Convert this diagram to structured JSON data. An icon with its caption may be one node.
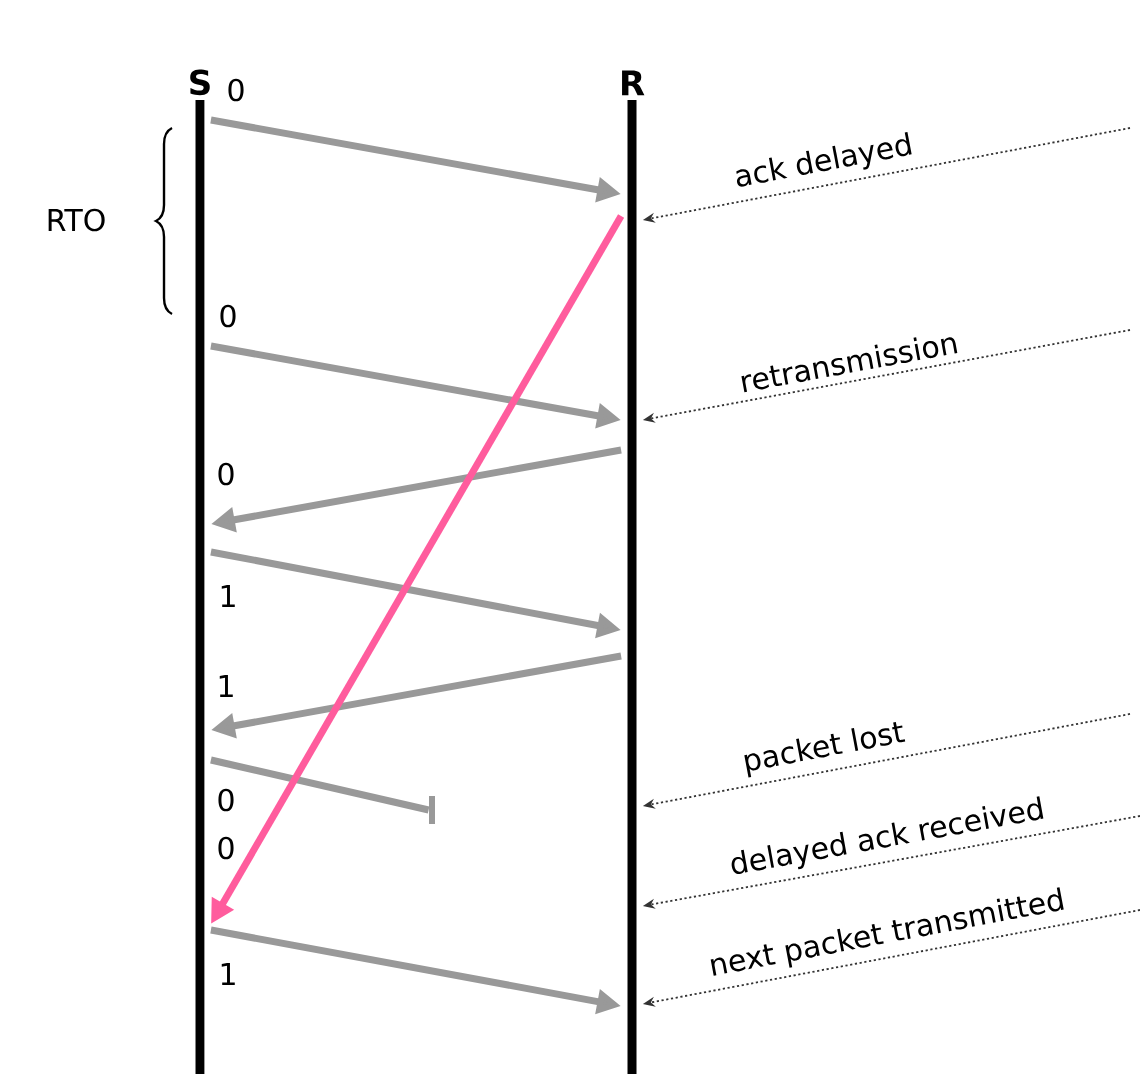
{
  "diagram": {
    "nodes": [
      {
        "text": [
          "S"
        ]
      },
      {
        "text": [
          "R"
        ]
      },
      {
        "text": [],
        "shape": "bar"
      }
    ],
    "edges": [
      {
        "from": 0,
        "to": 1,
        "arrow": "to"
      },
      {
        "from": 0,
        "to": 1,
        "arrow": "to"
      },
      {
        "from": 1,
        "to": 0,
        "arrow": "to"
      },
      {
        "from": 0,
        "to": 1,
        "arrow": "to"
      },
      {
        "from": 1,
        "to": 0,
        "arrow": "to"
      },
      {
        "from": 0,
        "to": 2,
        "arrow": "none"
      },
      {
        "from": 1,
        "to": 0,
        "arrow": "to",
        "color": "#ff5c9d"
      },
      {
        "from": 0,
        "to": 1,
        "arrow": "to"
      },
      {
        "from": null,
        "to": 1,
        "arrow": "to",
        "label": "ack delayed",
        "style": "dashed",
        "color": "#333333"
      },
      {
        "from": null,
        "to": 1,
        "arrow": "to",
        "label": "retransmission",
        "style": "dashed",
        "color": "#333333"
      },
      {
        "from": null,
        "to": 1,
        "arrow": "to",
        "label": "packet lost",
        "style": "dashed",
        "color": "#333333"
      },
      {
        "from": null,
        "to": 1,
        "arrow": "to",
        "label": "delayed ack received",
        "style": "dashed",
        "color": "#333333"
      },
      {
        "from": null,
        "to": 1,
        "arrow": "to",
        "label": "next packet transmitted",
        "style": "dashed",
        "color": "#333333"
      }
    ],
    "labels": [
      "0",
      "RTO",
      "0",
      "0",
      "1",
      "1",
      "0",
      "0",
      "1"
    ]
  }
}
